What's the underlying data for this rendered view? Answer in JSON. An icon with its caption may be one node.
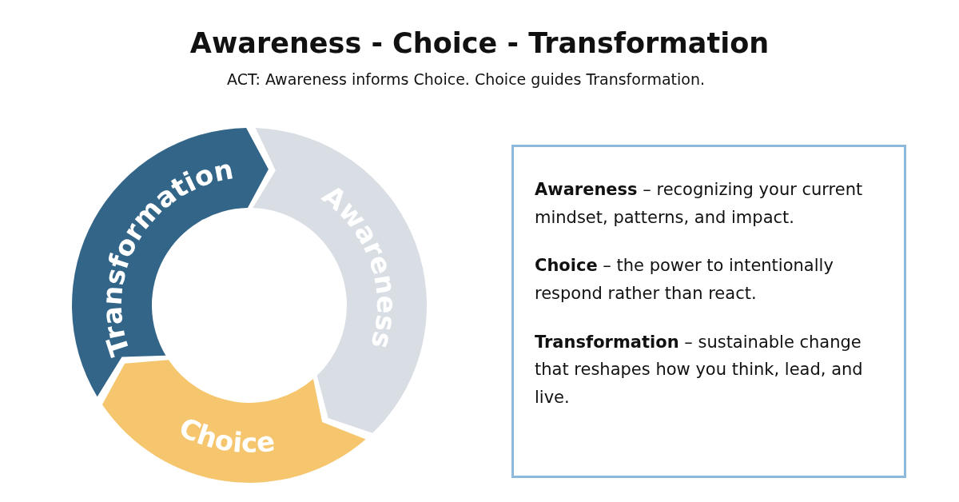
{
  "diagram": {
    "title": "Awareness - Choice - Transformation",
    "nodes": [
      {
        "text": [
          "Awareness"
        ]
      },
      {
        "text": [
          "Choice"
        ]
      },
      {
        "text": [
          "Transformation"
        ]
      },
      {
        "text": [
          "**Awareness** – recognizing your current mindset, patterns, and impact.",
          "**Choice** – the power to intentionally respond rather than react.",
          "**Transformation** – sustainable change that reshapes how you think, lead, and live."
        ]
      }
    ],
    "edges": [],
    "labels": [
      "ACT: Awareness informs Choice. Choice guides Transformation."
    ]
  }
}
